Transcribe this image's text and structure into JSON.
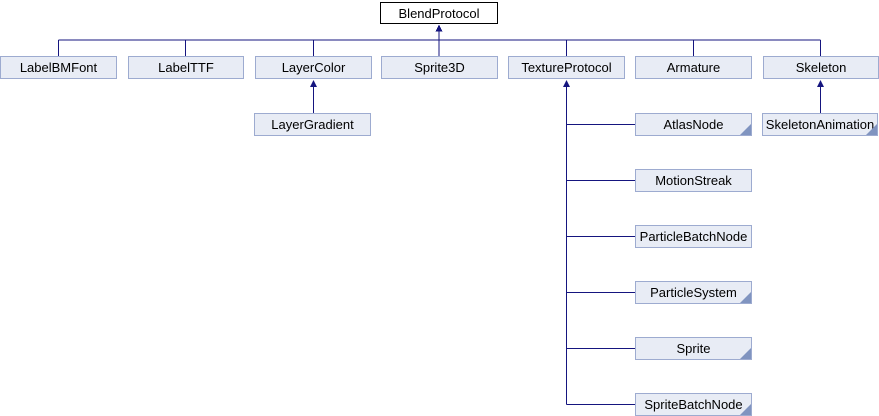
{
  "diagram": {
    "kind": "class-inheritance-graph",
    "colors": {
      "background": "#ffffff",
      "node_fill": "#e8ecf5",
      "node_border": "#9dabd0",
      "root_fill": "#ffffff",
      "root_border": "#000000",
      "connector": "#15157f",
      "fold_marker": "#8094c0",
      "text": "#000000"
    },
    "nodes": {
      "blend_protocol": {
        "label": "BlendProtocol",
        "has_subclasses": false
      },
      "label_bmfont": {
        "label": "LabelBMFont",
        "has_subclasses": false
      },
      "label_ttf": {
        "label": "LabelTTF",
        "has_subclasses": false
      },
      "layer_color": {
        "label": "LayerColor",
        "has_subclasses": false
      },
      "sprite3d": {
        "label": "Sprite3D",
        "has_subclasses": false
      },
      "texture_protocol": {
        "label": "TextureProtocol",
        "has_subclasses": false
      },
      "armature": {
        "label": "Armature",
        "has_subclasses": false
      },
      "skeleton": {
        "label": "Skeleton",
        "has_subclasses": false
      },
      "layer_gradient": {
        "label": "LayerGradient",
        "has_subclasses": false
      },
      "skeleton_animation": {
        "label": "SkeletonAnimation",
        "has_subclasses": true
      },
      "atlas_node": {
        "label": "AtlasNode",
        "has_subclasses": true
      },
      "motion_streak": {
        "label": "MotionStreak",
        "has_subclasses": false
      },
      "particle_batch_node": {
        "label": "ParticleBatchNode",
        "has_subclasses": false
      },
      "particle_system": {
        "label": "ParticleSystem",
        "has_subclasses": true
      },
      "sprite": {
        "label": "Sprite",
        "has_subclasses": true
      },
      "sprite_batch_node": {
        "label": "SpriteBatchNode",
        "has_subclasses": true
      }
    }
  }
}
